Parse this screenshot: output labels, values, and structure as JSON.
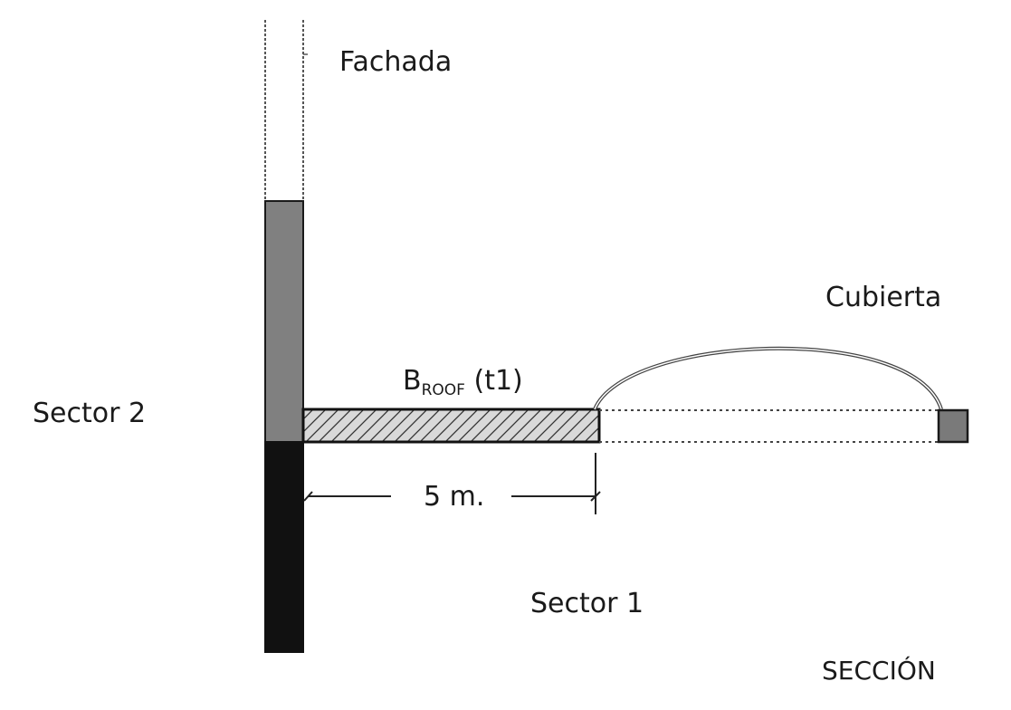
{
  "labels": {
    "fachada": "Fachada",
    "cubierta": "Cubierta",
    "broof_main": "B",
    "broof_sub": "ROOF",
    "broof_suffix": " (t1)",
    "sector2": "Sector 2",
    "sector1": "Sector 1",
    "dimension": "5 m.",
    "seccion": "SECCIÓN"
  },
  "colors": {
    "wall_upper": "#808080",
    "wall_lower": "#111111",
    "slab_fill": "#d9d9d9",
    "stroke": "#1a1a1a",
    "roof_end": "#7a7a7a"
  }
}
